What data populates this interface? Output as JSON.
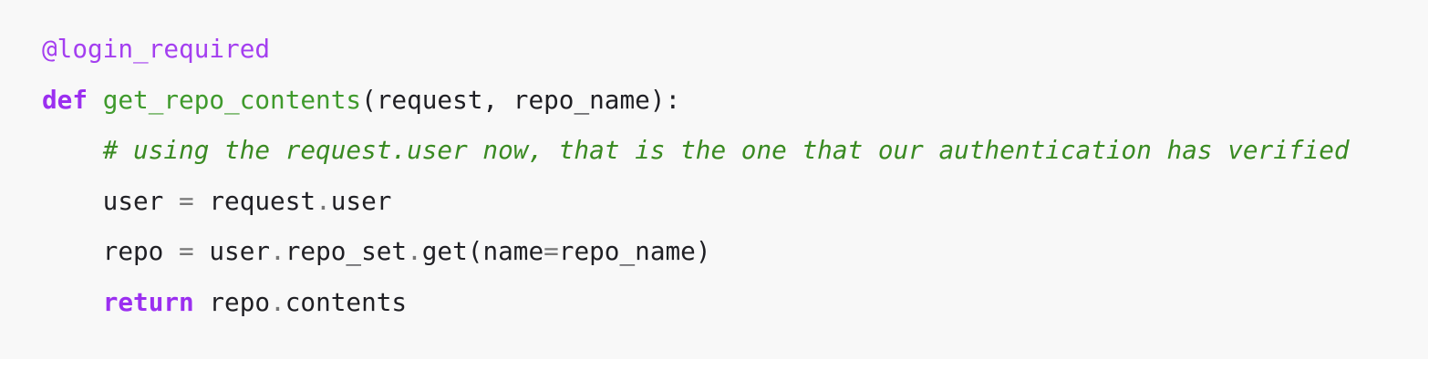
{
  "code": {
    "language": "python",
    "lines": [
      [
        {
          "t": "decorator",
          "v": "@login_required"
        }
      ],
      [
        {
          "t": "keyword",
          "v": "def"
        },
        {
          "t": "text",
          "v": " "
        },
        {
          "t": "funcname",
          "v": "get_repo_contents"
        },
        {
          "t": "text",
          "v": "(request, repo_name):"
        }
      ],
      [
        {
          "t": "text",
          "v": "    "
        },
        {
          "t": "comment",
          "v": "# using the request.user now, that is the one that our authentication has verified"
        }
      ],
      [
        {
          "t": "text",
          "v": "    user "
        },
        {
          "t": "punct",
          "v": "="
        },
        {
          "t": "text",
          "v": " request"
        },
        {
          "t": "punct",
          "v": "."
        },
        {
          "t": "text",
          "v": "user"
        }
      ],
      [
        {
          "t": "text",
          "v": "    repo "
        },
        {
          "t": "punct",
          "v": "="
        },
        {
          "t": "text",
          "v": " user"
        },
        {
          "t": "punct",
          "v": "."
        },
        {
          "t": "text",
          "v": "repo_set"
        },
        {
          "t": "punct",
          "v": "."
        },
        {
          "t": "text",
          "v": "get(name"
        },
        {
          "t": "punct",
          "v": "="
        },
        {
          "t": "text",
          "v": "repo_name)"
        }
      ],
      [
        {
          "t": "text",
          "v": "    "
        },
        {
          "t": "keyword",
          "v": "return"
        },
        {
          "t": "text",
          "v": " repo"
        },
        {
          "t": "punct",
          "v": "."
        },
        {
          "t": "text",
          "v": "contents"
        }
      ]
    ]
  }
}
